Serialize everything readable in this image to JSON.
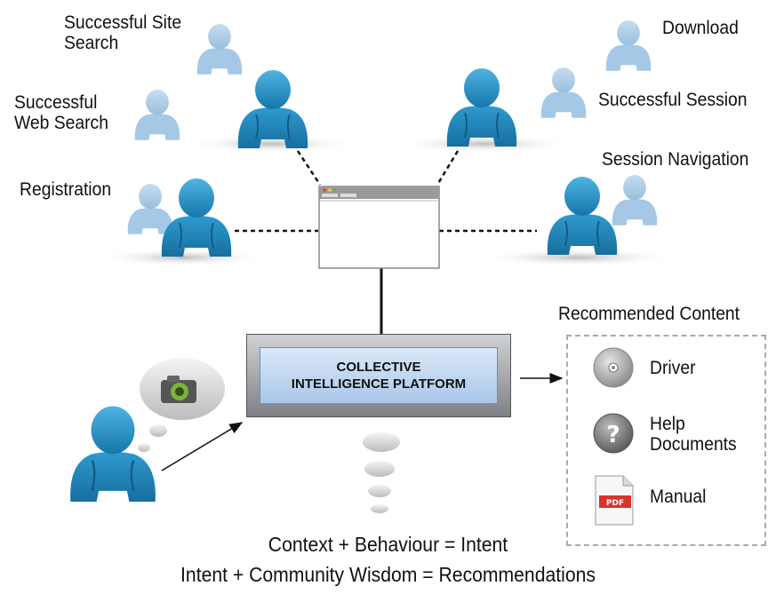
{
  "labels": {
    "site_search": [
      "Successful Site",
      "Search"
    ],
    "web_search": [
      "Successful",
      "Web Search"
    ],
    "registration": "Registration",
    "download": "Download",
    "successful_session": "Successful Session",
    "session_navigation": "Session Navigation",
    "recommended_content": "Recommended Content"
  },
  "platform": {
    "line1": "COLLECTIVE",
    "line2": "INTELLIGENCE PLATFORM"
  },
  "recommendations": [
    {
      "icon": "disc-icon",
      "label": "Driver"
    },
    {
      "icon": "help-icon",
      "label": "Help\nDocuments"
    },
    {
      "icon": "pdf-icon",
      "label": "Manual",
      "badge": "PDF"
    }
  ],
  "formulas": [
    "Context + Behaviour = Intent",
    "Intent + Community Wisdom = Recommendations"
  ],
  "colors": {
    "user_dark": "#1f8ac0",
    "user_light": "#a9cbe6",
    "pdf_red": "#d8322b"
  }
}
